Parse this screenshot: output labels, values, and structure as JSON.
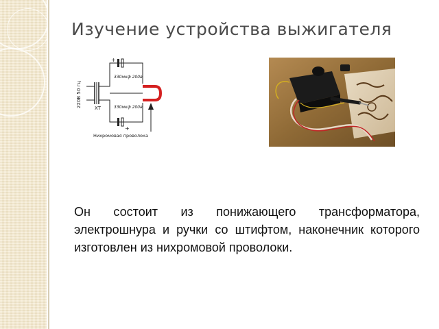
{
  "slide": {
    "title": "Изучение устройства выжигателя",
    "body_text": "Он состоит из понижающего трансформатора, электрошнура и ручки со штифтом, наконечник которого изготовлен из нихромовой проволоки."
  },
  "circuit": {
    "supply_label": "220В 50 гц",
    "transformer_label": "ХТ",
    "capacitor_top_label": "330мкф 200в",
    "capacitor_bottom_label": "330мкф 200в",
    "wire_label": "Нихромовая проволока",
    "plus_top": "+",
    "plus_bottom": "+"
  },
  "colors": {
    "side_band": "#f3e7c9",
    "title_text": "#4a4a4a",
    "wire_tip": "#d42020",
    "table_top": "#8a6a3a"
  }
}
